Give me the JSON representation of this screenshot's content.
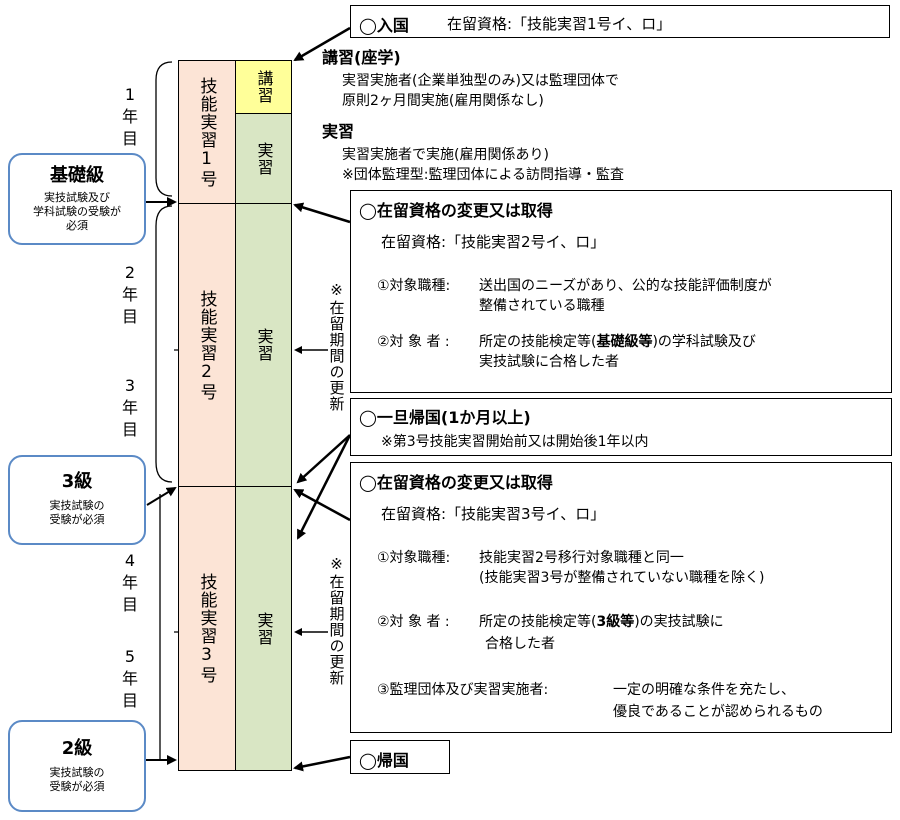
{
  "levels": {
    "basic": {
      "title": "基礎級",
      "desc_lines": [
        "実技試験及び",
        "学科試験の受験が",
        "必須"
      ]
    },
    "grade3": {
      "title": "3級",
      "desc_lines": [
        "実技試験の",
        "受験が必須"
      ]
    },
    "grade2": {
      "title": "2級",
      "desc_lines": [
        "実技試験の",
        "受験が必須"
      ]
    }
  },
  "years": {
    "y1": [
      "1",
      "年",
      "目"
    ],
    "y2": [
      "2",
      "年",
      "目"
    ],
    "y3": [
      "3",
      "年",
      "目"
    ],
    "y4": [
      "4",
      "年",
      "目"
    ],
    "y5": [
      "5",
      "年",
      "目"
    ]
  },
  "stages": {
    "s1": "技能実習1号",
    "s2": "技能実習2号",
    "s3": "技能実習3号",
    "lecture": "講習",
    "practice": "実習"
  },
  "renewal_note": "※在留期間の更新",
  "entry": {
    "title": "◯入国",
    "status": "在留資格:「技能実習1号イ、ロ」"
  },
  "lecture_info": {
    "heading": "講習(座学)",
    "line1": "実習実施者(企業単独型のみ)又は監理団体で",
    "line2": "原則2ヶ月間実施(雇用関係なし)"
  },
  "practice_info": {
    "heading": "実習",
    "line1": "実習実施者で実施(雇用関係あり)",
    "line2": "※団体監理型:監理団体による訪問指導・監査"
  },
  "change1": {
    "title": "◯在留資格の変更又は取得",
    "status": "在留資格:「技能実習2号イ、ロ」",
    "item1_label": "①対象職種:",
    "item1_line1": "送出国のニーズがあり、公的な技能評価制度が",
    "item1_line2": "整備されている職種",
    "item2_label": "②対 象 者 :",
    "item2_pre": "所定の技能検定等(",
    "item2_bold": "基礎級等",
    "item2_post": ")の学科試験及び",
    "item2_line2": "実技試験に合格した者"
  },
  "return_temp": {
    "title": "◯一旦帰国(1か月以上)",
    "note": "※第3号技能実習開始前又は開始後1年以内"
  },
  "change2": {
    "title": "◯在留資格の変更又は取得",
    "status": "在留資格:「技能実習3号イ、ロ」",
    "item1_label": "①対象職種:",
    "item1_line1": "技能実習2号移行対象職種と同一",
    "item1_line2": "(技能実習3号が整備されていない職種を除く)",
    "item2_label": "②対 象 者 :",
    "item2_pre": "所定の技能検定等(",
    "item2_bold": "3級等",
    "item2_post": ")の実技試験に",
    "item2_line2": "合格した者",
    "item3_label": "③監理団体及び実習実施者:",
    "item3_line1": "一定の明確な条件を充たし、",
    "item3_line2": "優良であることが認められるもの"
  },
  "final_return": {
    "title": "◯帰国"
  },
  "colors": {
    "stage_fill": "#fce4d6",
    "lecture_fill": "#ffff99",
    "practice_fill": "#d9e6c4",
    "level_border": "#5b8ac6"
  }
}
